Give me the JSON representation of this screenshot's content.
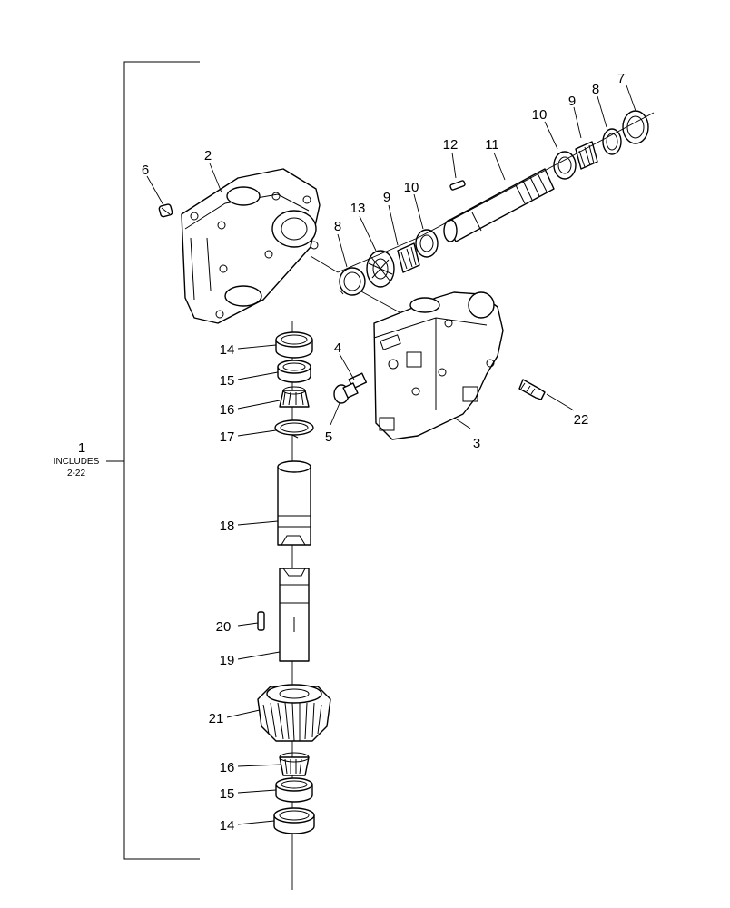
{
  "assembly": {
    "number": "1",
    "includes_line1": "INCLUDES",
    "includes_line2": "2-22"
  },
  "callouts": {
    "c2": "2",
    "c3": "3",
    "c4": "4",
    "c5": "5",
    "c6": "6",
    "c7": "7",
    "c8a": "8",
    "c8b": "8",
    "c9a": "9",
    "c9b": "9",
    "c10a": "10",
    "c10b": "10",
    "c11": "11",
    "c12": "12",
    "c13": "13",
    "c14a": "14",
    "c14b": "14",
    "c15a": "15",
    "c15b": "15",
    "c16a": "16",
    "c16b": "16",
    "c17": "17",
    "c18": "18",
    "c19": "19",
    "c20": "20",
    "c21": "21",
    "c22": "22"
  }
}
